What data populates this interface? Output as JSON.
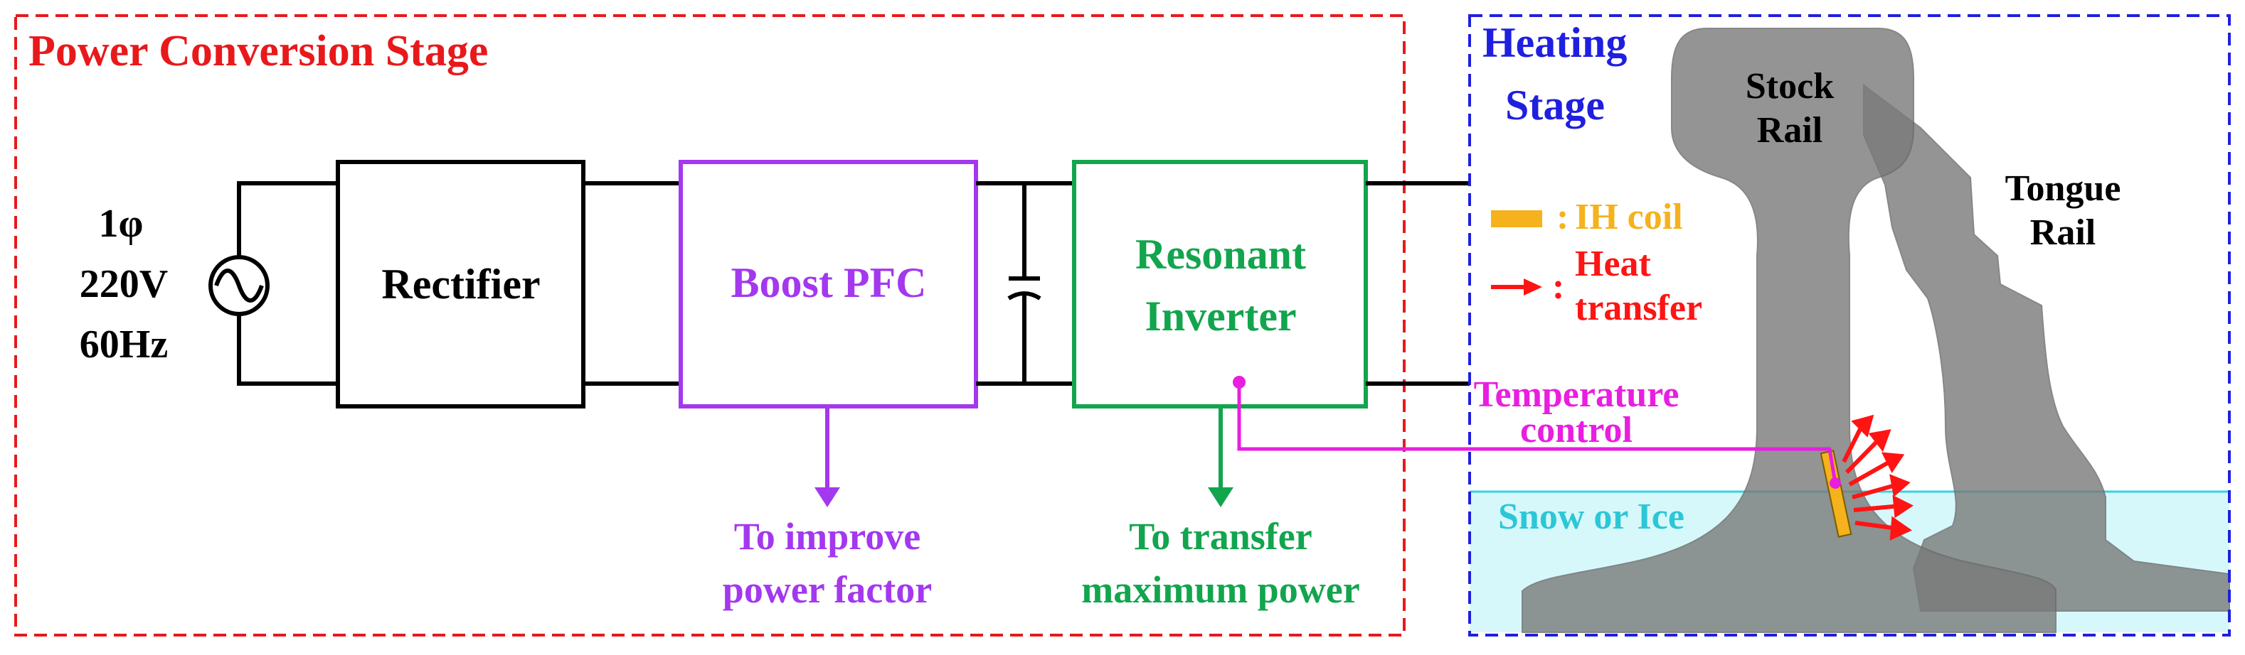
{
  "power_stage": {
    "title": "Power Conversion Stage",
    "source": {
      "phase": "1φ",
      "voltage": "220V",
      "frequency": "60Hz"
    },
    "rectifier_label": "Rectifier",
    "boost_pfc_label": "Boost PFC",
    "inverter_label_line1": "Resonant",
    "inverter_label_line2": "Inverter",
    "pfc_note_line1": "To improve",
    "pfc_note_line2": "power factor",
    "inverter_note_line1": "To transfer",
    "inverter_note_line2": "maximum power"
  },
  "heating_stage": {
    "title_line1": "Heating",
    "title_line2": "Stage",
    "stock_rail_line1": "Stock",
    "stock_rail_line2": "Rail",
    "tongue_rail_line1": "Tongue",
    "tongue_rail_line2": "Rail",
    "legend_coil_sep": ":",
    "legend_coil": "IH coil",
    "legend_heat_sep": ":",
    "legend_heat_line1": "Heat",
    "legend_heat_line2": "transfer",
    "temperature_line1": "Temperature",
    "temperature_line2": "control",
    "snow_label": "Snow or Ice"
  },
  "colors": {
    "power_stage": "#e8191b",
    "heating_stage": "#1f1fe0",
    "boost_pfc": "#a338ee",
    "inverter": "#12a54e",
    "temperature": "#e81ee0",
    "coil": "#f5b21c",
    "heat": "#ff1414",
    "snow_fill": "#d7f8fb",
    "snow_edge": "#34d4e1",
    "rail": "#7a7a7a"
  }
}
